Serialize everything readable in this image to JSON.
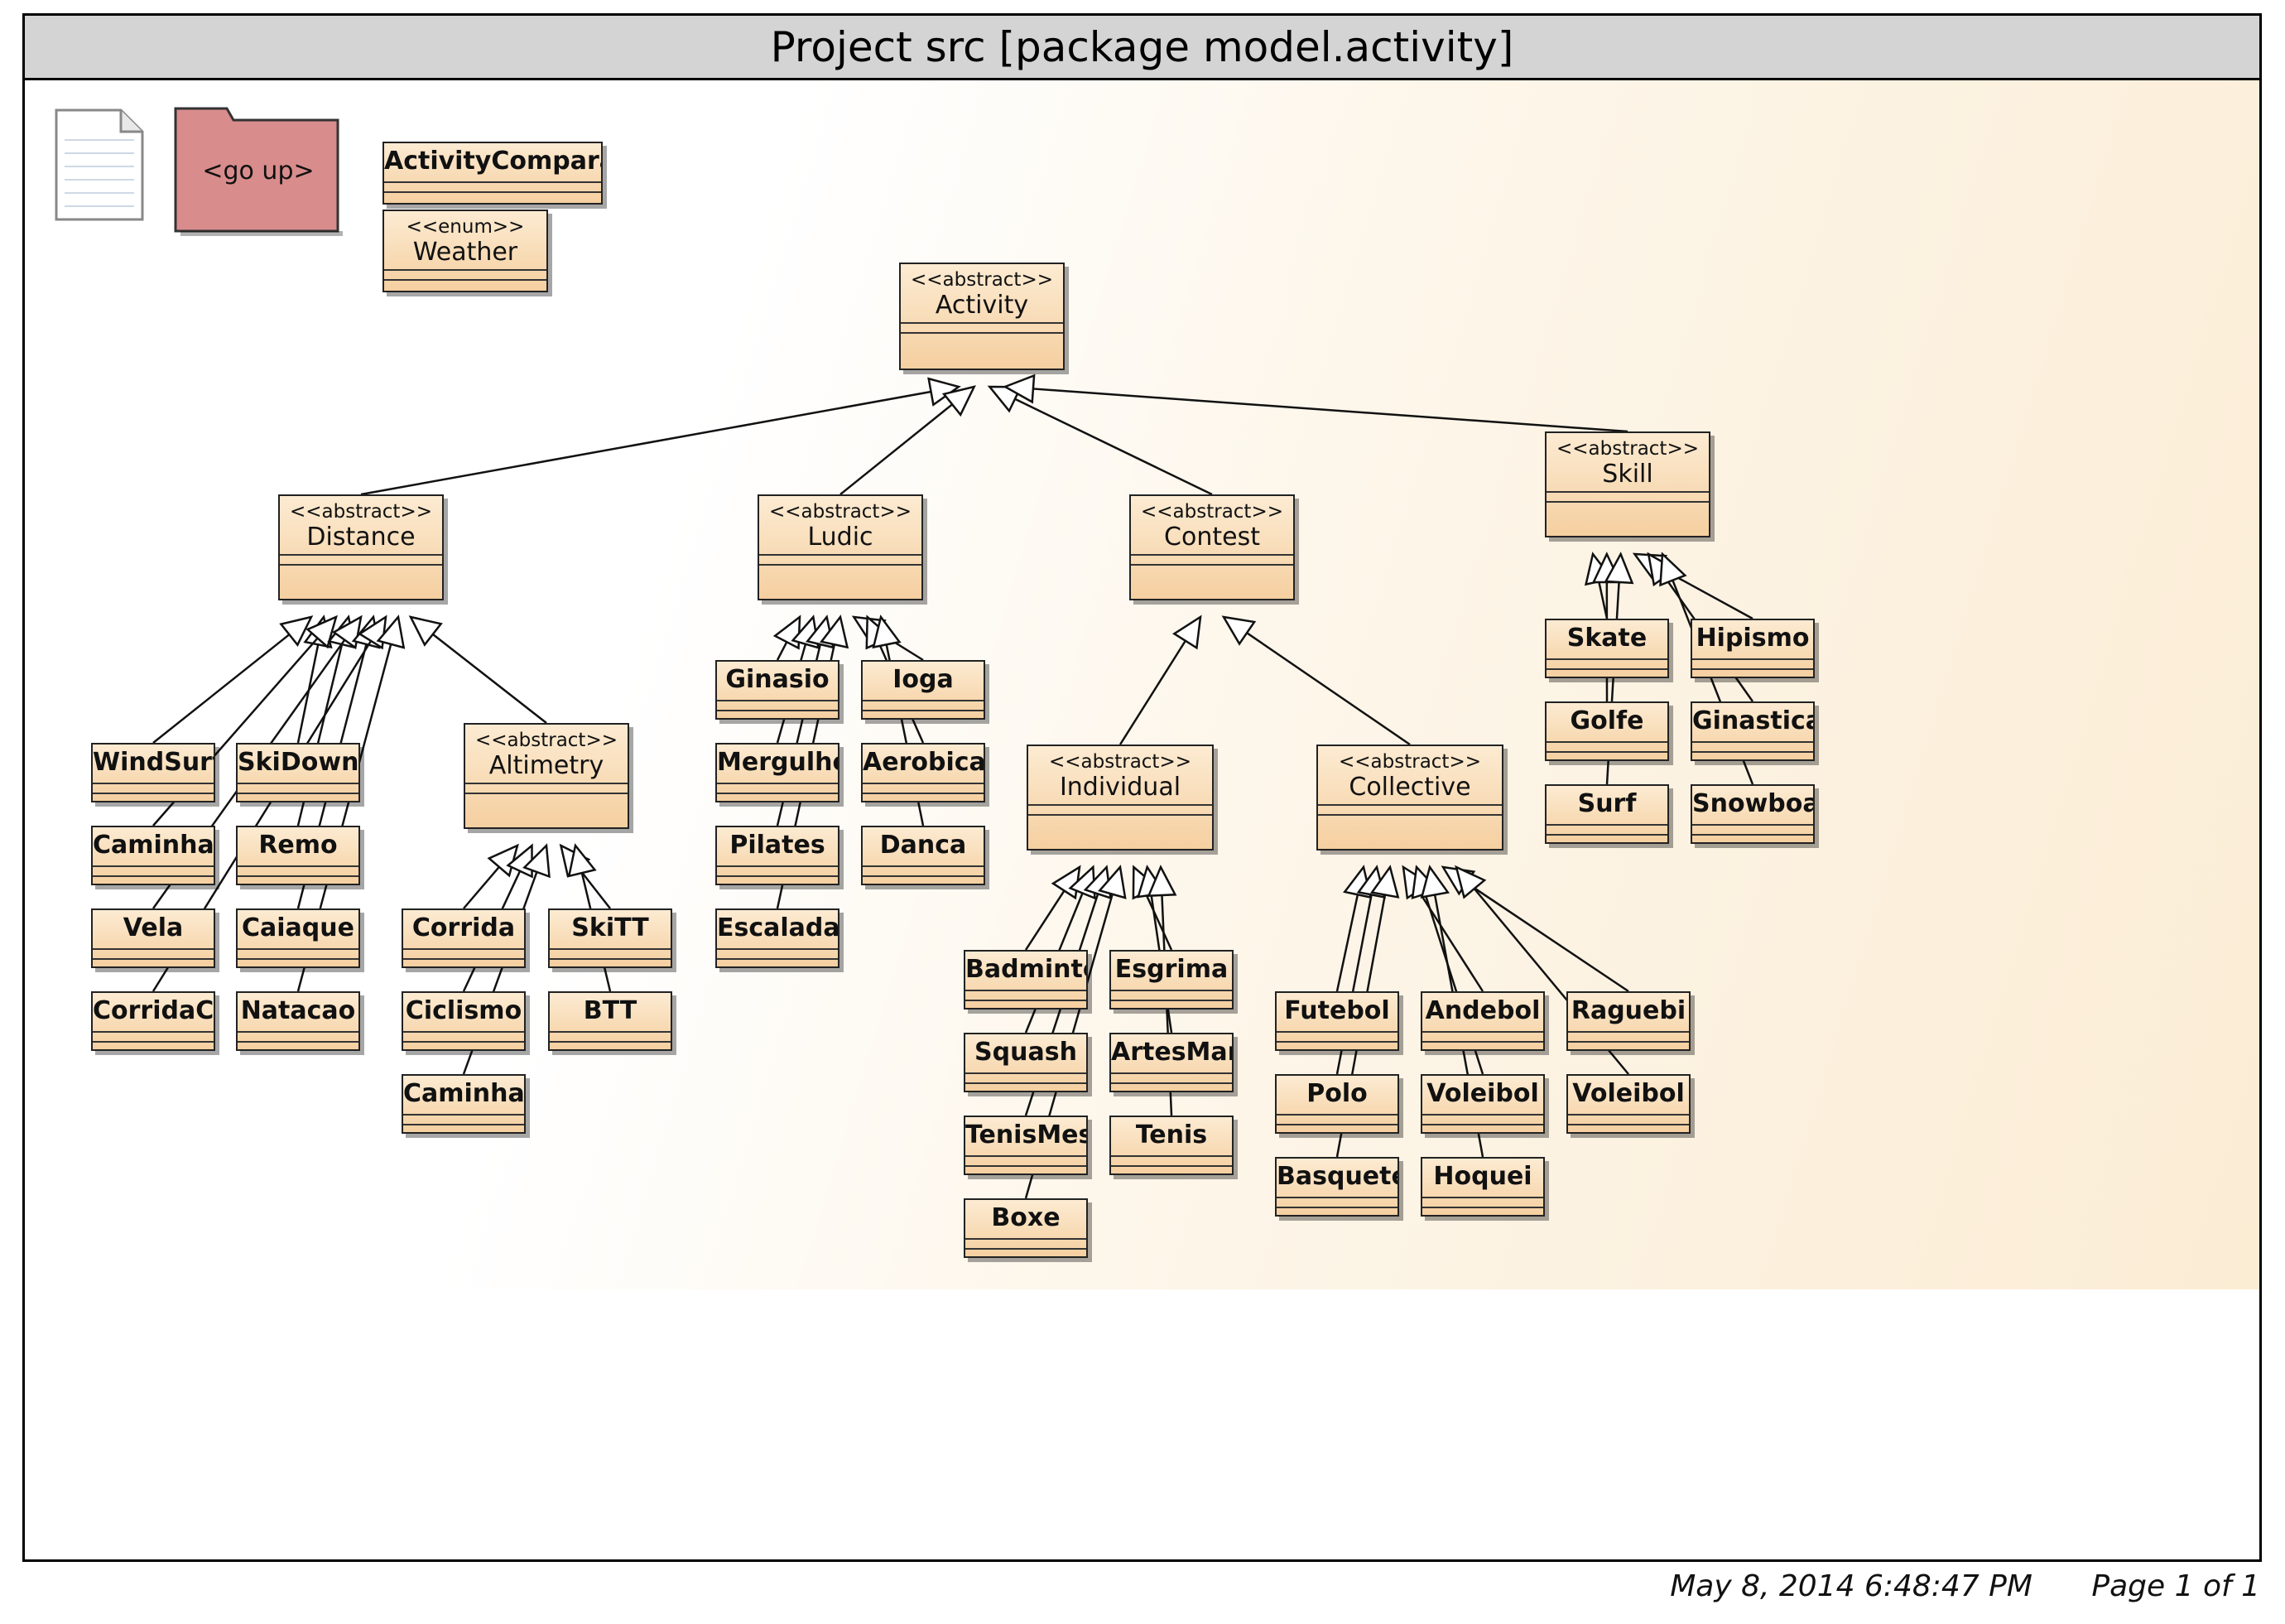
{
  "window_title": "Project src [package model.activity]",
  "go_up_label": "<go up>",
  "footer": {
    "date": "May 8, 2014 6:48:47 PM",
    "page": "Page 1 of 1"
  },
  "icons": {
    "document": "document-icon",
    "folder": "folder-icon"
  },
  "colors": {
    "class_fill_top": "#fcebd2",
    "class_fill_bottom": "#f5cfa0",
    "folder": "#d88a8a",
    "titlebar": "#d4d4d4"
  },
  "classes": {
    "activity_comparator": {
      "name": "ActivityComparatorByDate"
    },
    "weather": {
      "stereotype": "<<enum>>",
      "name": "Weather"
    },
    "activity": {
      "stereotype": "<<abstract>>",
      "name": "Activity"
    },
    "distance": {
      "stereotype": "<<abstract>>",
      "name": "Distance"
    },
    "ludic": {
      "stereotype": "<<abstract>>",
      "name": "Ludic"
    },
    "contest": {
      "stereotype": "<<abstract>>",
      "name": "Contest"
    },
    "skill": {
      "stereotype": "<<abstract>>",
      "name": "Skill"
    },
    "altimetry": {
      "stereotype": "<<abstract>>",
      "name": "Altimetry"
    },
    "individual": {
      "stereotype": "<<abstract>>",
      "name": "Individual"
    },
    "collective": {
      "stereotype": "<<abstract>>",
      "name": "Collective"
    },
    "windsurf": {
      "name": "WindSurf"
    },
    "skidown": {
      "name": "SkiDown"
    },
    "caminhada_d": {
      "name": "Caminha"
    },
    "remo": {
      "name": "Remo"
    },
    "vela": {
      "name": "Vela"
    },
    "caiaque": {
      "name": "Caiaque"
    },
    "corridac": {
      "name": "CorridaC"
    },
    "natacao": {
      "name": "Natacao"
    },
    "corrida": {
      "name": "Corrida"
    },
    "skitt": {
      "name": "SkiTT"
    },
    "ciclismo": {
      "name": "Ciclismo"
    },
    "btt": {
      "name": "BTT"
    },
    "caminhada_a": {
      "name": "Caminha"
    },
    "ginasio": {
      "name": "Ginasio"
    },
    "ioga": {
      "name": "Ioga"
    },
    "mergulho": {
      "name": "Mergulho"
    },
    "aerobica": {
      "name": "Aerobica"
    },
    "pilates": {
      "name": "Pilates"
    },
    "danca": {
      "name": "Danca"
    },
    "escalada": {
      "name": "Escalada"
    },
    "badminton": {
      "name": "Badminton"
    },
    "esgrima": {
      "name": "Esgrima"
    },
    "squash": {
      "name": "Squash"
    },
    "artesmarciais": {
      "name": "ArtesMarciais"
    },
    "tenismesa": {
      "name": "TenisMesa"
    },
    "tenis": {
      "name": "Tenis"
    },
    "boxe": {
      "name": "Boxe"
    },
    "futebol": {
      "name": "Futebol"
    },
    "andebol": {
      "name": "Andebol"
    },
    "raguebi": {
      "name": "Raguebi"
    },
    "polo": {
      "name": "Polo"
    },
    "voleibol1": {
      "name": "Voleibol"
    },
    "voleibol2": {
      "name": "Voleibol"
    },
    "basquetebol": {
      "name": "Basquetebol"
    },
    "hoquei": {
      "name": "Hoquei"
    },
    "skate": {
      "name": "Skate"
    },
    "hipismo": {
      "name": "Hipismo"
    },
    "golfe": {
      "name": "Golfe"
    },
    "ginastica": {
      "name": "Ginastica"
    },
    "surf": {
      "name": "Surf"
    },
    "snowboard": {
      "name": "Snowboard"
    }
  },
  "generalizations": [
    [
      "distance",
      "activity"
    ],
    [
      "ludic",
      "activity"
    ],
    [
      "contest",
      "activity"
    ],
    [
      "skill",
      "activity"
    ],
    [
      "windsurf",
      "distance"
    ],
    [
      "skidown",
      "distance"
    ],
    [
      "caminhada_d",
      "distance"
    ],
    [
      "remo",
      "distance"
    ],
    [
      "vela",
      "distance"
    ],
    [
      "caiaque",
      "distance"
    ],
    [
      "corridac",
      "distance"
    ],
    [
      "natacao",
      "distance"
    ],
    [
      "altimetry",
      "distance"
    ],
    [
      "corrida",
      "altimetry"
    ],
    [
      "ciclismo",
      "altimetry"
    ],
    [
      "caminhada_a",
      "altimetry"
    ],
    [
      "skitt",
      "altimetry"
    ],
    [
      "btt",
      "altimetry"
    ],
    [
      "ginasio",
      "ludic"
    ],
    [
      "mergulho",
      "ludic"
    ],
    [
      "pilates",
      "ludic"
    ],
    [
      "escalada",
      "ludic"
    ],
    [
      "ioga",
      "ludic"
    ],
    [
      "aerobica",
      "ludic"
    ],
    [
      "danca",
      "ludic"
    ],
    [
      "individual",
      "contest"
    ],
    [
      "collective",
      "contest"
    ],
    [
      "badminton",
      "individual"
    ],
    [
      "squash",
      "individual"
    ],
    [
      "tenismesa",
      "individual"
    ],
    [
      "boxe",
      "individual"
    ],
    [
      "esgrima",
      "individual"
    ],
    [
      "artesmarciais",
      "individual"
    ],
    [
      "tenis",
      "individual"
    ],
    [
      "futebol",
      "collective"
    ],
    [
      "polo",
      "collective"
    ],
    [
      "basquetebol",
      "collective"
    ],
    [
      "andebol",
      "collective"
    ],
    [
      "voleibol1",
      "collective"
    ],
    [
      "hoquei",
      "collective"
    ],
    [
      "raguebi",
      "collective"
    ],
    [
      "voleibol2",
      "collective"
    ],
    [
      "skate",
      "skill"
    ],
    [
      "golfe",
      "skill"
    ],
    [
      "surf",
      "skill"
    ],
    [
      "hipismo",
      "skill"
    ],
    [
      "ginastica",
      "skill"
    ],
    [
      "snowboard",
      "skill"
    ]
  ]
}
